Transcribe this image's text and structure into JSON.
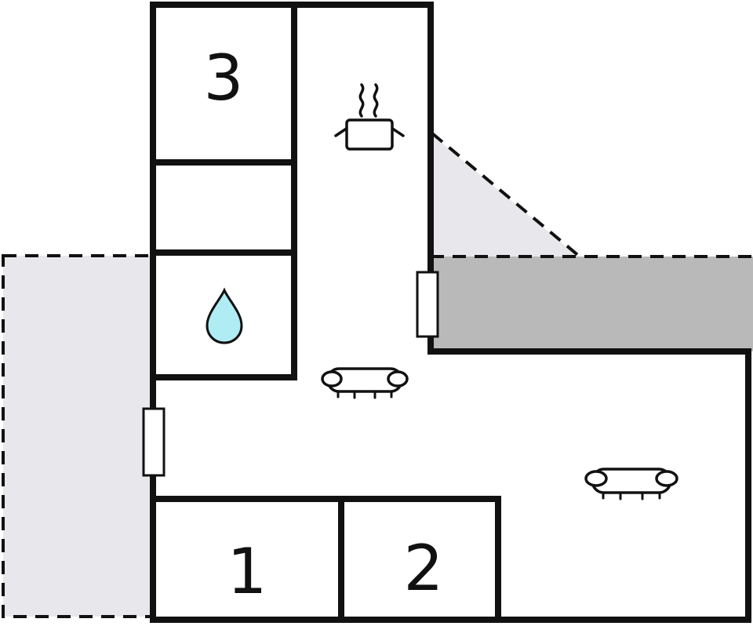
{
  "floorplan": {
    "rooms": {
      "r3": {
        "label": "3"
      },
      "r1": {
        "label": "1"
      },
      "r2": {
        "label": "2"
      }
    },
    "colors": {
      "background": "#ffffff",
      "wall": "#111111",
      "terrace_light": "#e8e8ec",
      "terrace_dark": "#b9b9b9",
      "water_drop": "#b0ecf4"
    },
    "icons": {
      "kitchen": "pot-with-steam-icon",
      "bathroom": "water-drop-icon",
      "living_area": "sofa-icon",
      "openings": "window-icon"
    }
  }
}
